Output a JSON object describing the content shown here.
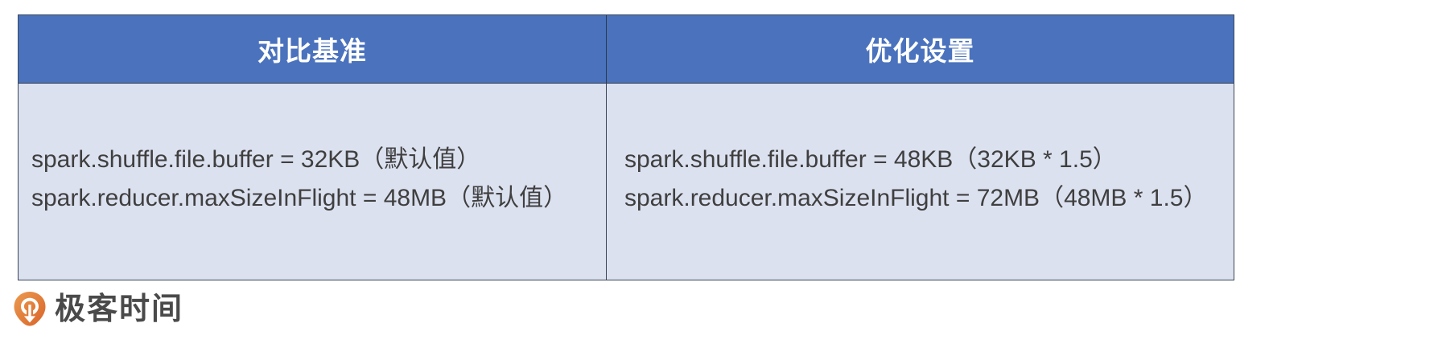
{
  "table": {
    "headers": [
      {
        "label": "对比基准"
      },
      {
        "label": "优化设置"
      }
    ],
    "rows": [
      {
        "baseline": [
          "spark.shuffle.file.buffer = 32KB（默认值）",
          "spark.reducer.maxSizeInFlight = 48MB（默认值）"
        ],
        "optimized": [
          "spark.shuffle.file.buffer = 48KB（32KB * 1.5）",
          "spark.reducer.maxSizeInFlight = 72MB（48MB * 1.5）"
        ]
      }
    ]
  },
  "brand": {
    "name": "极客时间",
    "icon": "geektime-logo-icon",
    "icon_color": "#e8833a",
    "icon_color_dark": "#d9642a",
    "text_color": "#4a4a4a"
  },
  "colors": {
    "header_background": "#4a72bd",
    "header_text": "#ffffff",
    "body_background": "#dce1f0",
    "body_text": "#3f3f3f",
    "border": "#3b4758",
    "page_background": "#ffffff"
  }
}
